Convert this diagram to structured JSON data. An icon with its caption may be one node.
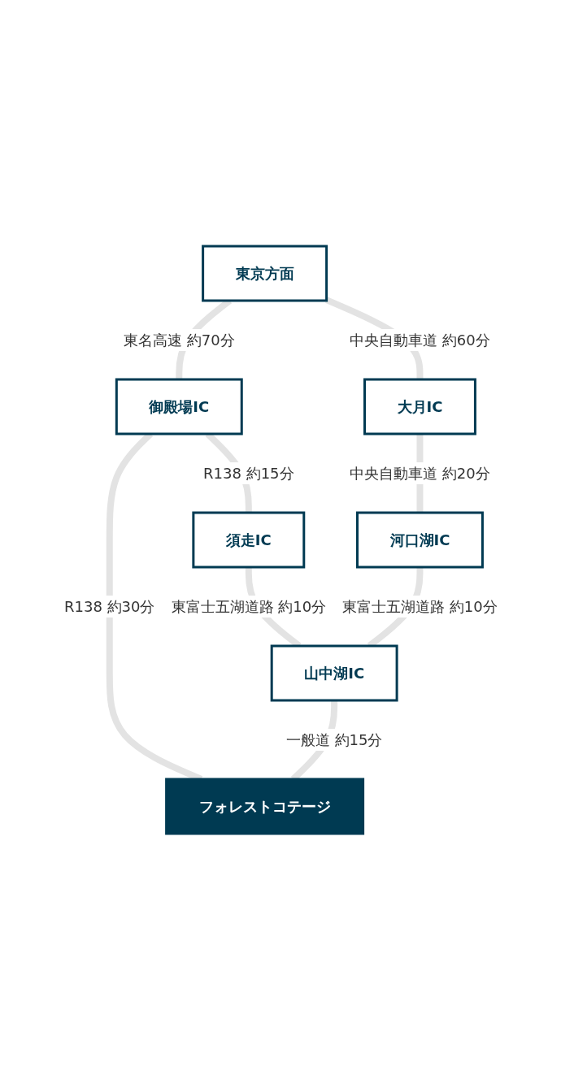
{
  "diagram": {
    "nodes": [
      {
        "text": [
          "東京方面"
        ]
      },
      {
        "text": [
          "御殿場IC"
        ]
      },
      {
        "text": [
          "大月IC"
        ]
      },
      {
        "text": [
          "須走IC"
        ]
      },
      {
        "text": [
          "河口湖IC"
        ]
      },
      {
        "text": [
          "山中湖IC"
        ]
      },
      {
        "text": [
          "フォレストコテージ"
        ]
      }
    ],
    "edges": [
      {
        "from": 0,
        "to": 1,
        "arrow": "none",
        "label": "東名高速 約70分"
      },
      {
        "from": 0,
        "to": 2,
        "arrow": "none",
        "label": "中央自動車道 約60分"
      },
      {
        "from": 1,
        "to": 3,
        "arrow": "none",
        "label": "R138 約15分"
      },
      {
        "from": 2,
        "to": 4,
        "arrow": "none",
        "label": "中央自動車道 約20分"
      },
      {
        "from": 1,
        "to": 6,
        "arrow": "none",
        "label": "R138 約30分"
      },
      {
        "from": 3,
        "to": 5,
        "arrow": "none",
        "label": "東富士五湖道路 約10分"
      },
      {
        "from": 4,
        "to": 5,
        "arrow": "none",
        "label": "東富士五湖道路 約10分"
      },
      {
        "from": 5,
        "to": 6,
        "arrow": "none",
        "label": "一般道 約15分"
      }
    ]
  }
}
